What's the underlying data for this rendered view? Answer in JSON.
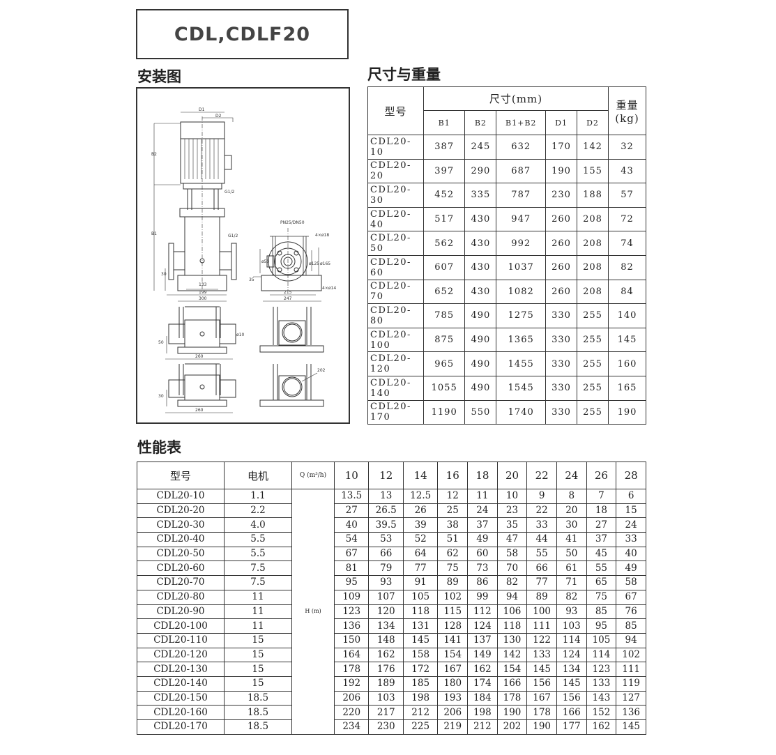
{
  "title": "CDL,CDLF20",
  "sections": {
    "install": "安装图",
    "dims": "尺寸与重量",
    "perf": "性能表"
  },
  "drawing_labels": {
    "d1": "D1",
    "d2": "D2",
    "b2": "B2",
    "b1": "B1",
    "g1": "G1/2",
    "g2": "G1/2",
    "h30": "30",
    "w133": "133",
    "w199": "199",
    "w300": "300",
    "pn": "PN25/DN50",
    "holes18": "4×ø18",
    "d50": "ø50",
    "d125": "ø125",
    "d165": "ø165",
    "h35": "35",
    "w215": "215",
    "w247": "247",
    "holes14": "4×ø14",
    "h50": "50",
    "d10": "ø10",
    "w260a": "260",
    "h30b": "30",
    "w260b": "260",
    "d202": "202"
  },
  "dims_table": {
    "model_header": "型号",
    "size_header": "尺寸(mm)",
    "weight_header": "重量(kg)",
    "columns": [
      "B1",
      "B2",
      "B1+B2",
      "D1",
      "D2"
    ],
    "rows": [
      [
        "CDL20-10",
        "387",
        "245",
        "632",
        "170",
        "142",
        "32"
      ],
      [
        "CDL20-20",
        "397",
        "290",
        "687",
        "190",
        "155",
        "43"
      ],
      [
        "CDL20-30",
        "452",
        "335",
        "787",
        "230",
        "188",
        "57"
      ],
      [
        "CDL20-40",
        "517",
        "430",
        "947",
        "260",
        "208",
        "72"
      ],
      [
        "CDL20-50",
        "562",
        "430",
        "992",
        "260",
        "208",
        "74"
      ],
      [
        "CDL20-60",
        "607",
        "430",
        "1037",
        "260",
        "208",
        "82"
      ],
      [
        "CDL20-70",
        "652",
        "430",
        "1082",
        "260",
        "208",
        "84"
      ],
      [
        "CDL20-80",
        "785",
        "490",
        "1275",
        "330",
        "255",
        "140"
      ],
      [
        "CDL20-100",
        "875",
        "490",
        "1365",
        "330",
        "255",
        "145"
      ],
      [
        "CDL20-120",
        "965",
        "490",
        "1455",
        "330",
        "255",
        "160"
      ],
      [
        "CDL20-140",
        "1055",
        "490",
        "1545",
        "330",
        "255",
        "165"
      ],
      [
        "CDL20-170",
        "1190",
        "550",
        "1740",
        "330",
        "255",
        "190"
      ]
    ]
  },
  "perf_table": {
    "model_header": "型号",
    "motor_header": "电机",
    "q_header": "Q (m³/h)",
    "h_label": "H (m)",
    "flows": [
      "10",
      "12",
      "14",
      "16",
      "18",
      "20",
      "22",
      "24",
      "26",
      "28"
    ],
    "rows": [
      {
        "model": "CDL20-10",
        "motor": "1.1",
        "heads": [
          "13.5",
          "13",
          "12.5",
          "12",
          "11",
          "10",
          "9",
          "8",
          "7",
          "6"
        ]
      },
      {
        "model": "CDL20-20",
        "motor": "2.2",
        "heads": [
          "27",
          "26.5",
          "26",
          "25",
          "24",
          "23",
          "22",
          "20",
          "18",
          "15"
        ]
      },
      {
        "model": "CDL20-30",
        "motor": "4.0",
        "heads": [
          "40",
          "39.5",
          "39",
          "38",
          "37",
          "35",
          "33",
          "30",
          "27",
          "24"
        ]
      },
      {
        "model": "CDL20-40",
        "motor": "5.5",
        "heads": [
          "54",
          "53",
          "52",
          "51",
          "49",
          "47",
          "44",
          "41",
          "37",
          "33"
        ]
      },
      {
        "model": "CDL20-50",
        "motor": "5.5",
        "heads": [
          "67",
          "66",
          "64",
          "62",
          "60",
          "58",
          "55",
          "50",
          "45",
          "40"
        ]
      },
      {
        "model": "CDL20-60",
        "motor": "7.5",
        "heads": [
          "81",
          "79",
          "77",
          "75",
          "73",
          "70",
          "66",
          "61",
          "55",
          "49"
        ]
      },
      {
        "model": "CDL20-70",
        "motor": "7.5",
        "heads": [
          "95",
          "93",
          "91",
          "89",
          "86",
          "82",
          "77",
          "71",
          "65",
          "58"
        ]
      },
      {
        "model": "CDL20-80",
        "motor": "11",
        "heads": [
          "109",
          "107",
          "105",
          "102",
          "99",
          "94",
          "89",
          "82",
          "75",
          "67"
        ]
      },
      {
        "model": "CDL20-90",
        "motor": "11",
        "heads": [
          "123",
          "120",
          "118",
          "115",
          "112",
          "106",
          "100",
          "93",
          "85",
          "76"
        ]
      },
      {
        "model": "CDL20-100",
        "motor": "11",
        "heads": [
          "136",
          "134",
          "131",
          "128",
          "124",
          "118",
          "111",
          "103",
          "95",
          "85"
        ]
      },
      {
        "model": "CDL20-110",
        "motor": "15",
        "heads": [
          "150",
          "148",
          "145",
          "141",
          "137",
          "130",
          "122",
          "114",
          "105",
          "94"
        ]
      },
      {
        "model": "CDL20-120",
        "motor": "15",
        "heads": [
          "164",
          "162",
          "158",
          "154",
          "149",
          "142",
          "133",
          "124",
          "114",
          "102"
        ]
      },
      {
        "model": "CDL20-130",
        "motor": "15",
        "heads": [
          "178",
          "176",
          "172",
          "167",
          "162",
          "154",
          "145",
          "134",
          "123",
          "111"
        ]
      },
      {
        "model": "CDL20-140",
        "motor": "15",
        "heads": [
          "192",
          "189",
          "185",
          "180",
          "174",
          "166",
          "156",
          "145",
          "133",
          "119"
        ]
      },
      {
        "model": "CDL20-150",
        "motor": "18.5",
        "heads": [
          "206",
          "103",
          "198",
          "193",
          "184",
          "178",
          "167",
          "156",
          "143",
          "127"
        ]
      },
      {
        "model": "CDL20-160",
        "motor": "18.5",
        "heads": [
          "220",
          "217",
          "212",
          "206",
          "198",
          "190",
          "178",
          "166",
          "152",
          "136"
        ]
      },
      {
        "model": "CDL20-170",
        "motor": "18.5",
        "heads": [
          "234",
          "230",
          "225",
          "219",
          "212",
          "202",
          "190",
          "177",
          "162",
          "145"
        ]
      }
    ]
  }
}
